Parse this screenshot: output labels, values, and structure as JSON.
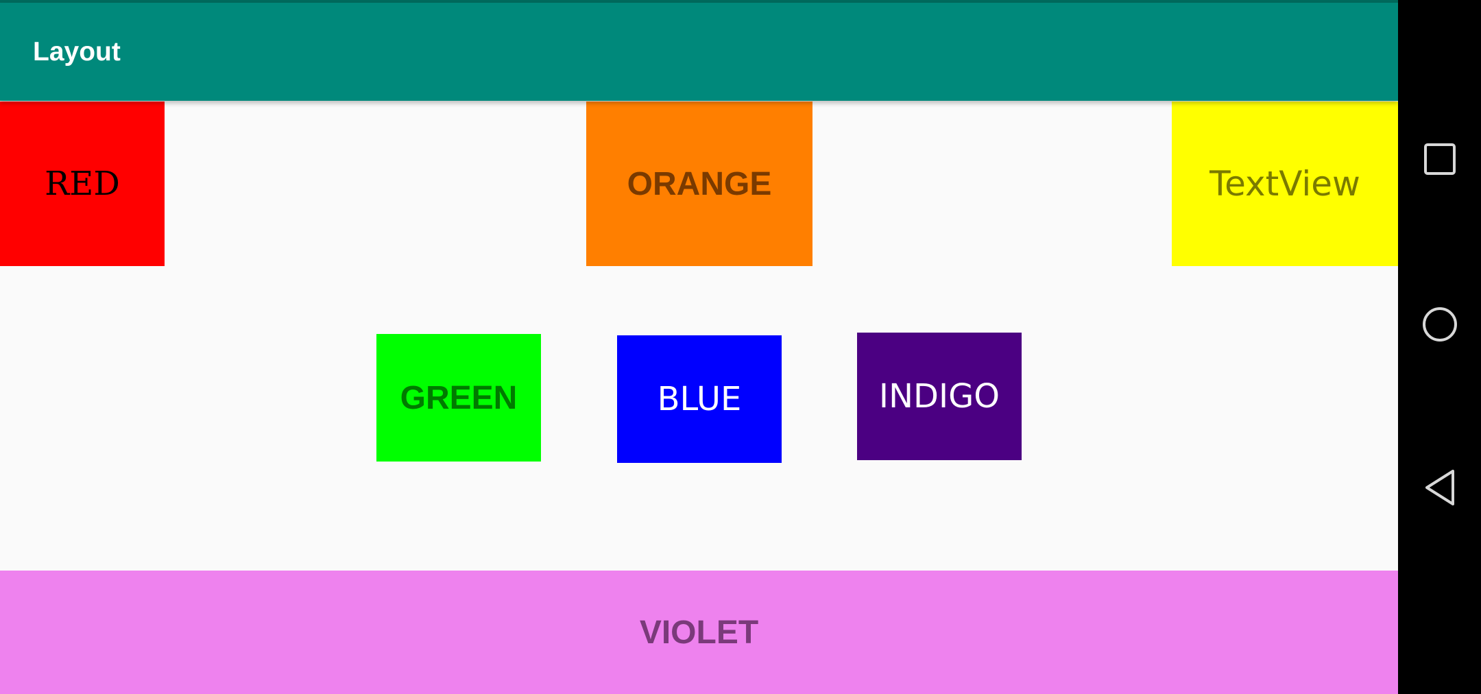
{
  "app_bar": {
    "title": "Layout"
  },
  "blocks": {
    "red": "RED",
    "orange": "ORANGE",
    "textview": "TextView",
    "green": "GREEN",
    "blue": "BLUE",
    "indigo": "INDIGO",
    "violet": "VIOLET"
  },
  "colors": {
    "app_bar": "#00897b",
    "red": "#ff0000",
    "orange": "#ff7f00",
    "yellow": "#ffff00",
    "green": "#00ff00",
    "blue": "#0000ff",
    "indigo": "#4b0082",
    "violet": "#ee82ee"
  },
  "nav_bar": {
    "icons": [
      "recents-icon",
      "home-icon",
      "back-icon"
    ]
  }
}
